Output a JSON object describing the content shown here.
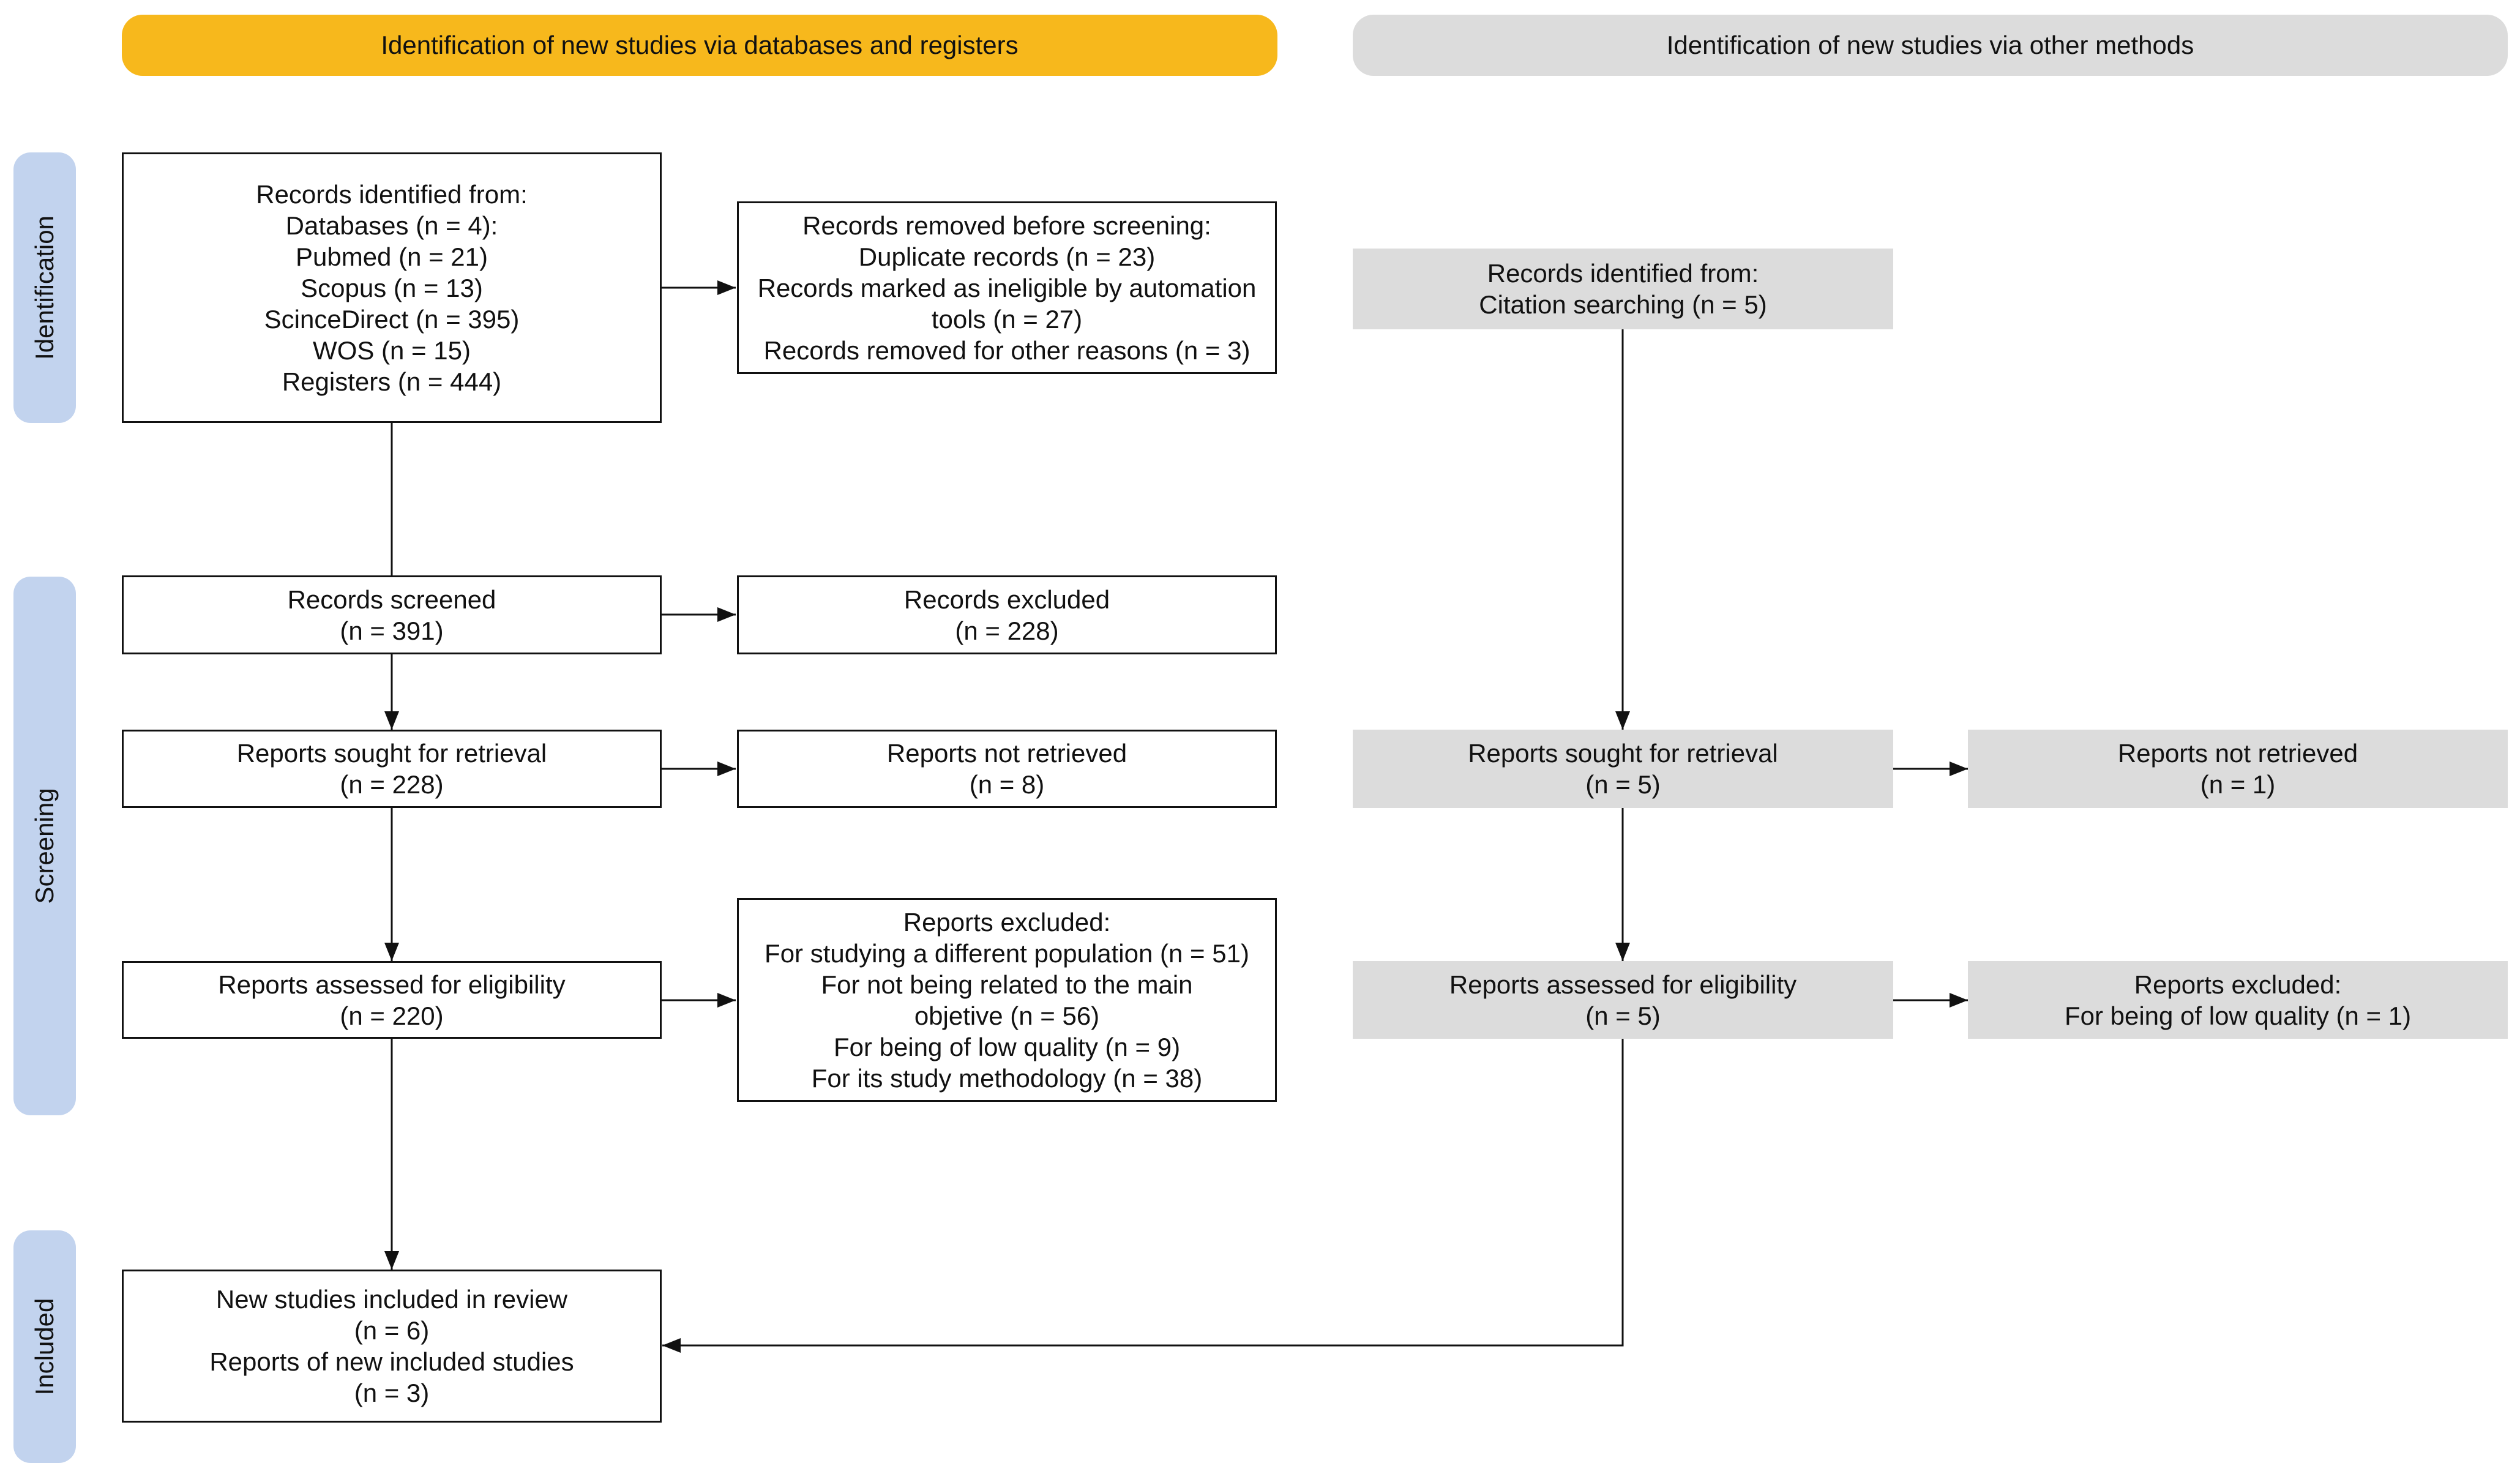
{
  "headers": {
    "databases": "Identification of new studies via databases and registers",
    "other": "Identification of new studies via other methods"
  },
  "phases": {
    "identification": "Identification",
    "screening": "Screening",
    "included": "Included"
  },
  "databases": {
    "identified": {
      "line1": "Records identified from:",
      "line2": "Databases (n = 4):",
      "line3": "Pubmed (n = 21)",
      "line4": "Scopus (n = 13)",
      "line5": "ScinceDirect (n = 395)",
      "line6": "WOS (n = 15)",
      "line7": "Registers (n = 444)"
    },
    "removed": {
      "line1": "Records removed before screening:",
      "line2": "Duplicate records (n = 23)",
      "line3": "Records marked as ineligible by automation tools (n = 27)",
      "line4": "Records removed for other reasons (n = 3)"
    },
    "screened": {
      "line1": "Records screened",
      "line2": "(n = 391)"
    },
    "excluded": {
      "line1": "Records excluded",
      "line2": "(n = 228)"
    },
    "sought": {
      "line1": "Reports sought for retrieval",
      "line2": "(n = 228)"
    },
    "not_retrieved": {
      "line1": "Reports not retrieved",
      "line2": "(n = 8)"
    },
    "assessed": {
      "line1": "Reports assessed for eligibility",
      "line2": "(n = 220)"
    },
    "reports_excluded": {
      "line1": "Reports excluded:",
      "line2": "For studying a different population (n = 51)",
      "line3": "For not being related to the main objetive (n = 56)",
      "line4": "For being of low quality (n = 9)",
      "line5": "For its study methodology (n = 38)"
    },
    "included": {
      "line1": "New studies included in review",
      "line2": "(n = 6)",
      "line3": "Reports of new included studies",
      "line4": "(n = 3)"
    }
  },
  "other": {
    "identified": {
      "line1": "Records identified from:",
      "line2": "Citation searching (n = 5)"
    },
    "sought": {
      "line1": "Reports sought for retrieval",
      "line2": "(n = 5)"
    },
    "not_retrieved": {
      "line1": "Reports not retrieved",
      "line2": "(n = 1)"
    },
    "assessed": {
      "line1": "Reports assessed for eligibility",
      "line2": "(n = 5)"
    },
    "reports_excluded": {
      "line1": "Reports excluded:",
      "line2": "For being of low quality (n = 1)"
    }
  },
  "colors": {
    "databases_banner": "#f7b81c",
    "other_banner": "#dcdcdc",
    "phase_label": "#c2d3ee",
    "other_box": "#dcdcdc",
    "line": "#111111"
  }
}
